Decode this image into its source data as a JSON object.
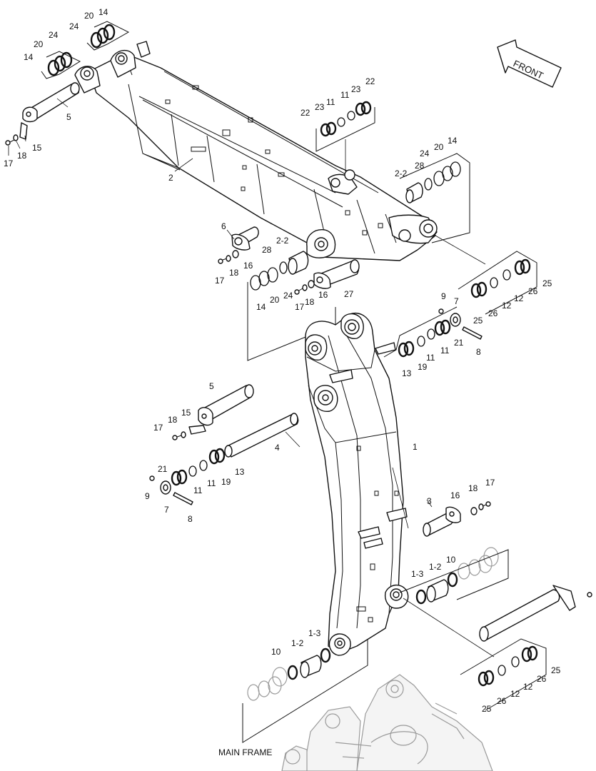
{
  "front_label": "FRONT",
  "main_frame_label": "MAIN FRAME",
  "callouts": [
    {
      "id": "c01",
      "text": "20"
    },
    {
      "id": "c02",
      "text": "14"
    },
    {
      "id": "c03",
      "text": "24"
    },
    {
      "id": "c04",
      "text": "24"
    },
    {
      "id": "c05",
      "text": "20"
    },
    {
      "id": "c06",
      "text": "14"
    },
    {
      "id": "c07",
      "text": "5"
    },
    {
      "id": "c08",
      "text": "15"
    },
    {
      "id": "c09",
      "text": "18"
    },
    {
      "id": "c10",
      "text": "17"
    },
    {
      "id": "c11",
      "text": "2"
    },
    {
      "id": "c12",
      "text": "22"
    },
    {
      "id": "c13",
      "text": "23"
    },
    {
      "id": "c14",
      "text": "11"
    },
    {
      "id": "c15",
      "text": "11"
    },
    {
      "id": "c16",
      "text": "23"
    },
    {
      "id": "c17",
      "text": "22"
    },
    {
      "id": "c18",
      "text": "2-2"
    },
    {
      "id": "c19",
      "text": "28"
    },
    {
      "id": "c20",
      "text": "24"
    },
    {
      "id": "c21",
      "text": "20"
    },
    {
      "id": "c22",
      "text": "14"
    },
    {
      "id": "c23",
      "text": "6"
    },
    {
      "id": "c24",
      "text": "2-2"
    },
    {
      "id": "c25",
      "text": "28"
    },
    {
      "id": "c26",
      "text": "17"
    },
    {
      "id": "c27",
      "text": "18"
    },
    {
      "id": "c28",
      "text": "16"
    },
    {
      "id": "c29",
      "text": "14"
    },
    {
      "id": "c30",
      "text": "20"
    },
    {
      "id": "c31",
      "text": "24"
    },
    {
      "id": "c32",
      "text": "17"
    },
    {
      "id": "c33",
      "text": "18"
    },
    {
      "id": "c34",
      "text": "16"
    },
    {
      "id": "c35",
      "text": "27"
    },
    {
      "id": "c36",
      "text": "25"
    },
    {
      "id": "c37",
      "text": "26"
    },
    {
      "id": "c38",
      "text": "12"
    },
    {
      "id": "c39",
      "text": "12"
    },
    {
      "id": "c40",
      "text": "26"
    },
    {
      "id": "c41",
      "text": "25"
    },
    {
      "id": "c42",
      "text": "9"
    },
    {
      "id": "c43",
      "text": "7"
    },
    {
      "id": "c44",
      "text": "21"
    },
    {
      "id": "c45",
      "text": "11"
    },
    {
      "id": "c46",
      "text": "11"
    },
    {
      "id": "c47",
      "text": "8"
    },
    {
      "id": "c48",
      "text": "13"
    },
    {
      "id": "c49",
      "text": "19"
    },
    {
      "id": "c50",
      "text": "5"
    },
    {
      "id": "c51",
      "text": "1"
    },
    {
      "id": "c52",
      "text": "18"
    },
    {
      "id": "c53",
      "text": "15"
    },
    {
      "id": "c54",
      "text": "17"
    },
    {
      "id": "c55",
      "text": "4"
    },
    {
      "id": "c56",
      "text": "21"
    },
    {
      "id": "c57",
      "text": "9"
    },
    {
      "id": "c58",
      "text": "11"
    },
    {
      "id": "c59",
      "text": "11"
    },
    {
      "id": "c60",
      "text": "19"
    },
    {
      "id": "c61",
      "text": "13"
    },
    {
      "id": "c62",
      "text": "7"
    },
    {
      "id": "c63",
      "text": "8"
    },
    {
      "id": "c64",
      "text": "3"
    },
    {
      "id": "c65",
      "text": "16"
    },
    {
      "id": "c66",
      "text": "18"
    },
    {
      "id": "c67",
      "text": "17"
    },
    {
      "id": "c68",
      "text": "1-3"
    },
    {
      "id": "c69",
      "text": "1-2"
    },
    {
      "id": "c70",
      "text": "10"
    },
    {
      "id": "c71",
      "text": "10"
    },
    {
      "id": "c72",
      "text": "1-2"
    },
    {
      "id": "c73",
      "text": "1-3"
    },
    {
      "id": "c74",
      "text": "25"
    },
    {
      "id": "c75",
      "text": "26"
    },
    {
      "id": "c76",
      "text": "12"
    },
    {
      "id": "c77",
      "text": "12"
    },
    {
      "id": "c78",
      "text": "26"
    },
    {
      "id": "c79",
      "text": "25"
    }
  ]
}
